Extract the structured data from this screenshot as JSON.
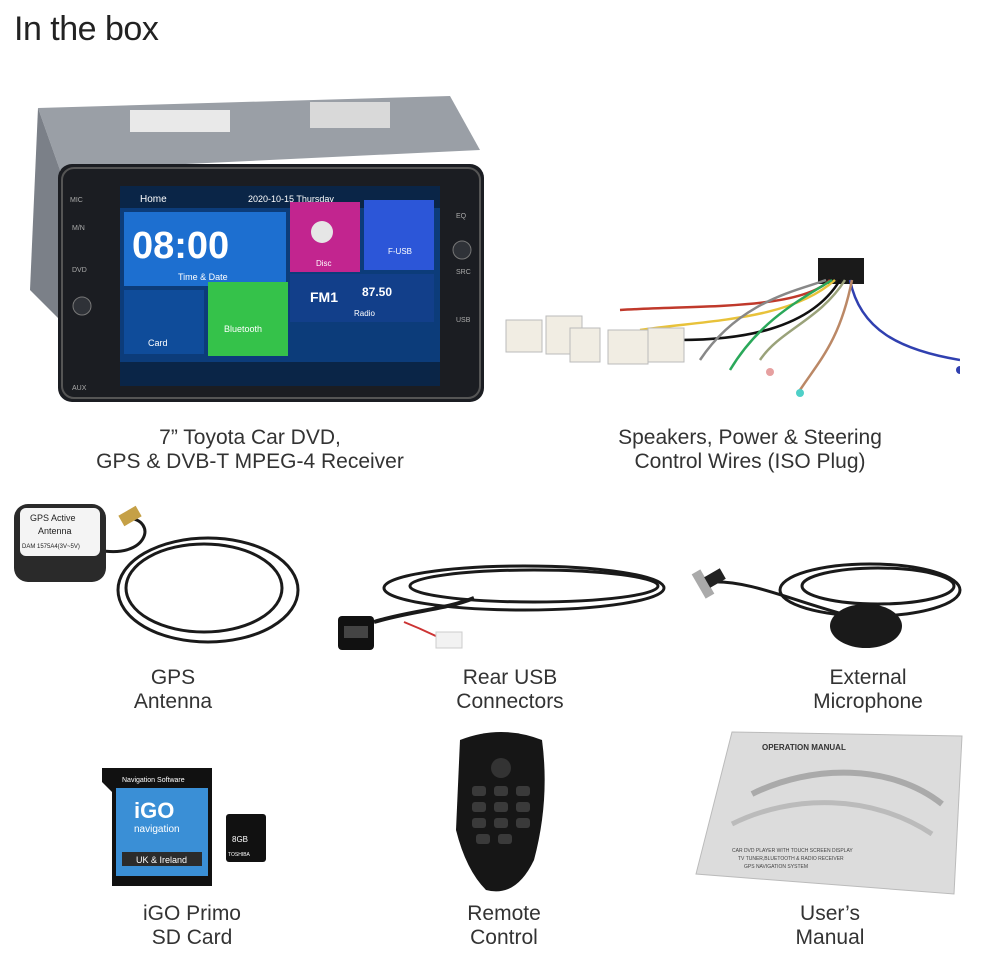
{
  "header": {
    "title": "In the box"
  },
  "head_unit": {
    "screen": {
      "home_label": "Home",
      "date_time": "2020-10-15  Thursday",
      "clock": "08:00",
      "clock_label": "Time & Date",
      "disc_label": "Disc",
      "usb_label": "F-USB",
      "fm_band": "FM1",
      "fm_freq": "87.50",
      "radio_label": "Radio",
      "card_label": "Card",
      "bluetooth_label": "Bluetooth"
    },
    "buttons": {
      "mic": "MIC",
      "mn": "M/N",
      "dvd": "DVD",
      "aux": "AUX",
      "eq": "EQ",
      "src": "SRC",
      "usb": "USB"
    }
  },
  "gps_antenna_label": {
    "line1": "GPS Active",
    "line2": "Antenna",
    "line3": "DAM 1575A4(3V~5V)"
  },
  "sd_card": {
    "header": "Navigation Software",
    "brand": "iGO",
    "sub": "navigation",
    "region": "UK & Ireland",
    "micro_brand": "TOSHIBA",
    "micro_size": "8GB"
  },
  "manual_cover": {
    "heading": "OPERATION MANUAL",
    "footer1": "CAR DVD PLAYER WITH TOUCH SCREEN DISPLAY",
    "footer2": "TV TUNER,BLUETOOTH & RADIO RECEIVER",
    "footer3": "GPS NAVIGATION SYSTEM"
  },
  "captions": {
    "head_unit": {
      "line1": "7” Toyota Car DVD,",
      "line2": "GPS & DVB-T MPEG-4 Receiver"
    },
    "wires": {
      "line1": "Speakers, Power & Steering",
      "line2": "Control Wires (ISO Plug)"
    },
    "gps": {
      "line1": "GPS",
      "line2": "Antenna"
    },
    "usb": {
      "line1": "Rear USB",
      "line2": "Connectors"
    },
    "mic": {
      "line1": "External",
      "line2": "Microphone"
    },
    "sd": {
      "line1": "iGO Primo",
      "line2": "SD Card"
    },
    "remote": {
      "line1": "Remote",
      "line2": "Control"
    },
    "manual": {
      "line1": "User’s",
      "line2": "Manual"
    }
  }
}
